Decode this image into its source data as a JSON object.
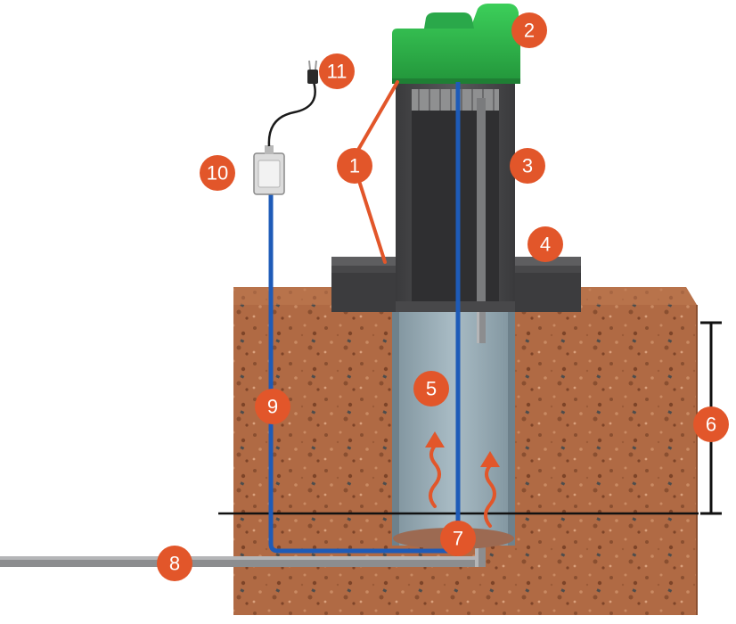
{
  "diagram": {
    "callouts": [
      {
        "id": "c1",
        "label": "1"
      },
      {
        "id": "c2",
        "label": "2"
      },
      {
        "id": "c3",
        "label": "3"
      },
      {
        "id": "c4",
        "label": "4"
      },
      {
        "id": "c5",
        "label": "5"
      },
      {
        "id": "c6",
        "label": "6"
      },
      {
        "id": "c7",
        "label": "7"
      },
      {
        "id": "c8",
        "label": "8"
      },
      {
        "id": "c9",
        "label": "9"
      },
      {
        "id": "c10",
        "label": "10"
      },
      {
        "id": "c11",
        "label": "11"
      }
    ]
  },
  "colors": {
    "soil": "#b06a44",
    "soil_dark": "#7d4428",
    "pipe_gray": "#4a4a4c",
    "pipe_light": "#6f7072",
    "lid_green": "#2fb54a",
    "shaft_blue": "#9aaeb8",
    "cable_blue": "#1e5bb8",
    "accent_orange": "#e2562a"
  }
}
